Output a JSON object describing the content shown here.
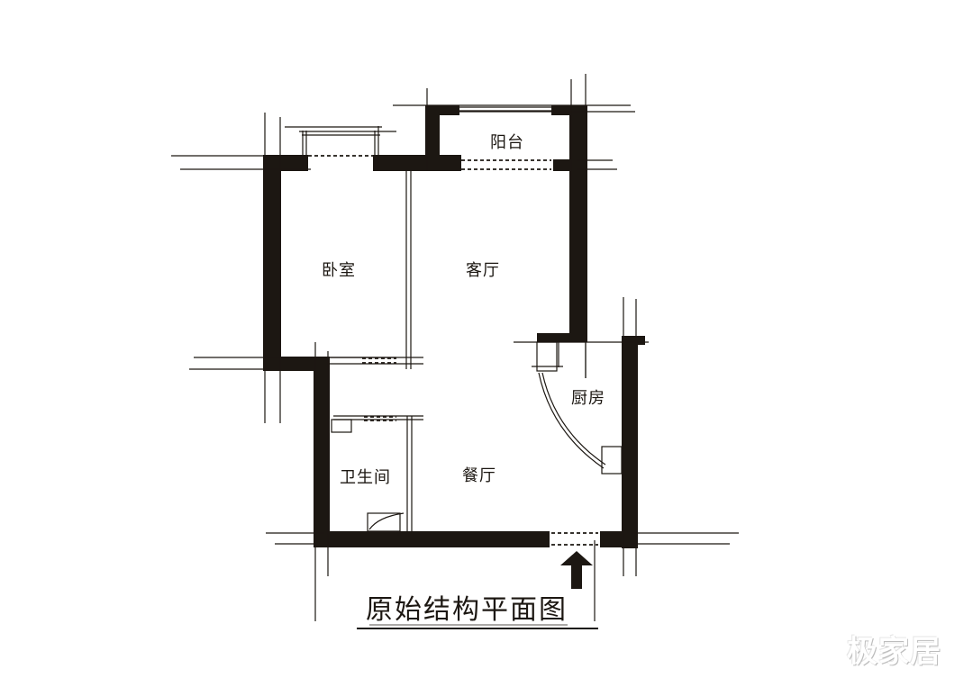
{
  "diagram": {
    "type": "floor-plan",
    "title": "原始结构平面图",
    "wall_color": "#1c1712",
    "rooms": [
      {
        "id": "balcony",
        "label": "阳台"
      },
      {
        "id": "bedroom",
        "label": "卧室"
      },
      {
        "id": "living_room",
        "label": "客厅"
      },
      {
        "id": "kitchen",
        "label": "厨房"
      },
      {
        "id": "bathroom",
        "label": "卫生间"
      },
      {
        "id": "dining_room",
        "label": "餐厅"
      }
    ],
    "entrance_arrow": "arrow-up-icon"
  },
  "watermark": "极家居"
}
